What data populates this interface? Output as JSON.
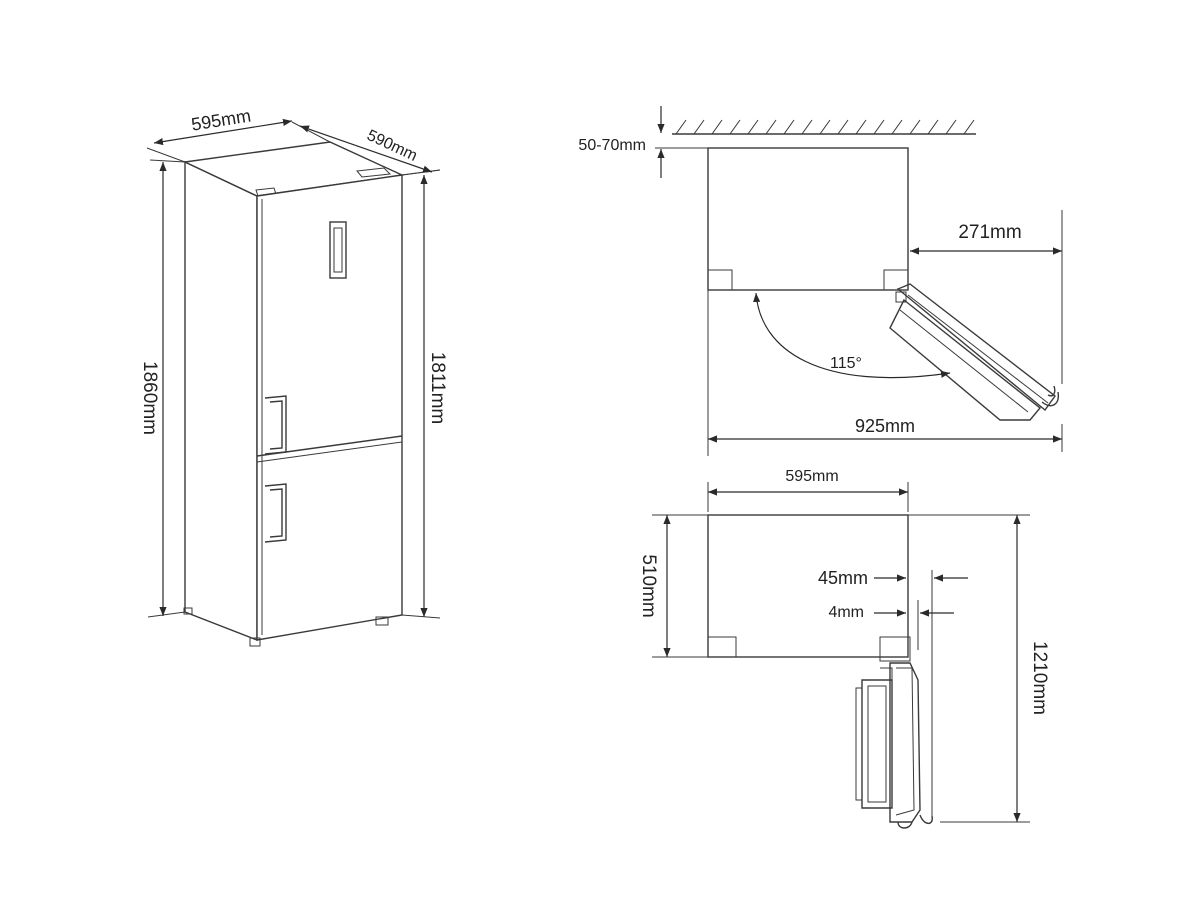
{
  "colors": {
    "line": "#3a3a3a",
    "text": "#222222",
    "background": "#ffffff"
  },
  "front_view": {
    "width": "595mm",
    "depth": "590mm",
    "total_height": "1860mm",
    "body_height": "1811mm"
  },
  "top_view": {
    "wall_gap": "50-70mm",
    "door_clearance": "271mm",
    "opening_angle": "115°",
    "total_depth_open": "925mm"
  },
  "side_view": {
    "width": "595mm",
    "depth": "510mm",
    "offset_a": "45mm",
    "offset_b": "4mm",
    "total_depth": "1210mm"
  }
}
